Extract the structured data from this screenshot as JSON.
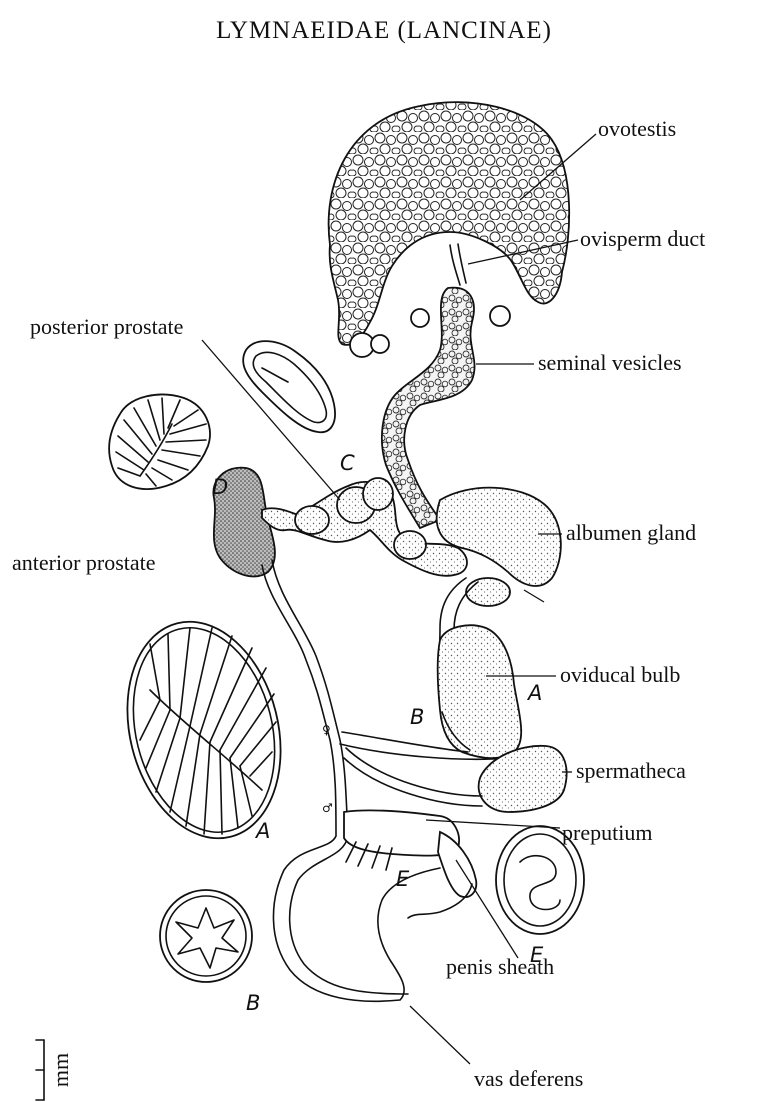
{
  "title": "LYMNAEIDAE (LANCINAE)",
  "labels": {
    "ovotestis": "ovotestis",
    "ovisperm_duct": "ovisperm duct",
    "posterior_prostate": "posterior prostate",
    "seminal_vesicles": "seminal vesicles",
    "albumen_gland": "albumen gland",
    "anterior_prostate": "anterior prostate",
    "oviducal_bulb": "oviducal bulb",
    "spermatheca": "spermatheca",
    "preputium": "preputium",
    "penis_sheath": "penis sheath",
    "vas_deferens": "vas deferens"
  },
  "section_letters": {
    "A_main": "A",
    "A_inset": "A",
    "B_main": "B",
    "B_inset": "B",
    "C": "C",
    "D": "D",
    "E_main": "E",
    "E_inset": "E"
  },
  "sex_symbols": {
    "female": "♀",
    "male": "♂"
  },
  "scale_bar": {
    "unit": "mm"
  },
  "colors": {
    "ink": "#111111",
    "paper": "#ffffff",
    "stipple": "#dcdcdc",
    "dense_stipple": "#a9a9a9"
  }
}
